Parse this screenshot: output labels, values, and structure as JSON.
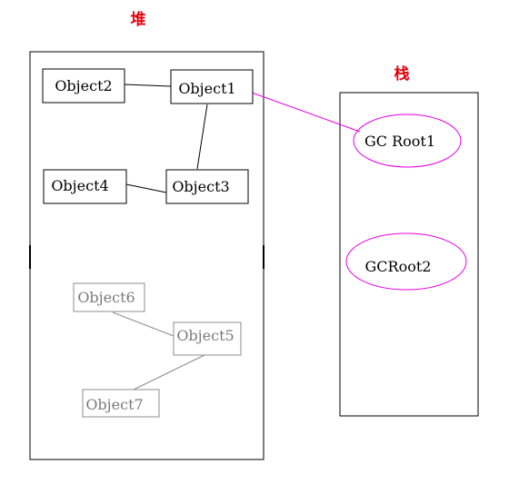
{
  "heap": {
    "title": "堆",
    "title_color": "#e8000b"
  },
  "stack": {
    "title": "栈",
    "title_color": "#e8000b"
  },
  "objects": {
    "object1": "Object1",
    "object2": "Object2",
    "object3": "Object3",
    "object4": "Object4",
    "object5": "Object5",
    "object6": "Object6",
    "object7": "Object7"
  },
  "gc_roots": {
    "root1": "GC Root1",
    "root2": "GCRoot2"
  },
  "colors": {
    "reachable_border": "#000000",
    "unreachable_border": "#8c8c8c",
    "unreachable_text": "#7a7a7a",
    "gc_root_border": "#e600e6",
    "reference_line_to_root": "#e600e6"
  }
}
